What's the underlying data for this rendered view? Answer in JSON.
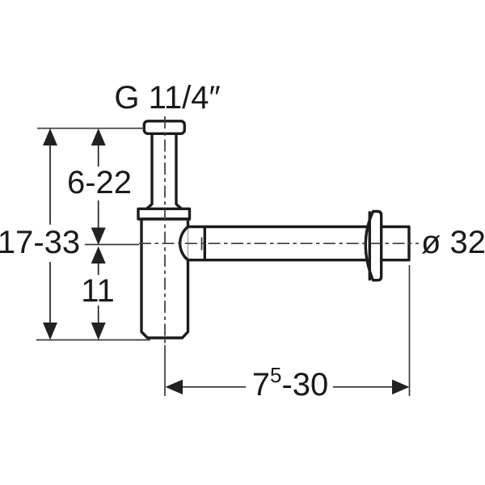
{
  "drawing": {
    "type": "technical-dimension-drawing",
    "subject": "bottle-trap-siphon-side-view",
    "thread_label": "G 11/4″",
    "dimensions": {
      "inlet_height": "6-22",
      "total_height": "17-33",
      "body_depth": "11",
      "outlet_length_main": "7",
      "outlet_length_sup": "5",
      "outlet_length_rest": "-30",
      "outlet_diameter": "ø 32"
    },
    "colors": {
      "outline": "#1c1c1c",
      "thin_line": "#3a3a3a",
      "background": "#ffffff"
    }
  }
}
